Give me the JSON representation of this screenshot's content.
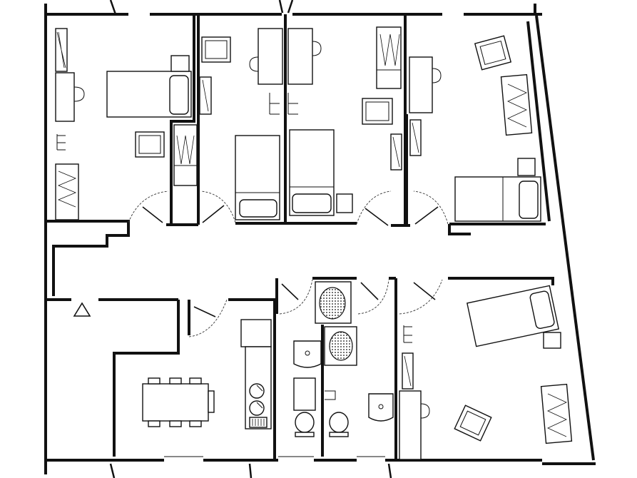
{
  "floor_plan": {
    "rooms": [
      {
        "id": "bedroom-1",
        "type": "bedroom"
      },
      {
        "id": "bedroom-2",
        "type": "bedroom"
      },
      {
        "id": "bedroom-3",
        "type": "bedroom"
      },
      {
        "id": "bedroom-4",
        "type": "bedroom"
      },
      {
        "id": "bedroom-5",
        "type": "bedroom"
      },
      {
        "id": "corridor",
        "type": "corridor"
      },
      {
        "id": "living-dining",
        "type": "living"
      },
      {
        "id": "kitchen",
        "type": "kitchen"
      },
      {
        "id": "bathroom",
        "type": "bathroom"
      }
    ],
    "entrance_marker": "triangle",
    "line_color": "#111111",
    "background_color": "#ffffff"
  }
}
